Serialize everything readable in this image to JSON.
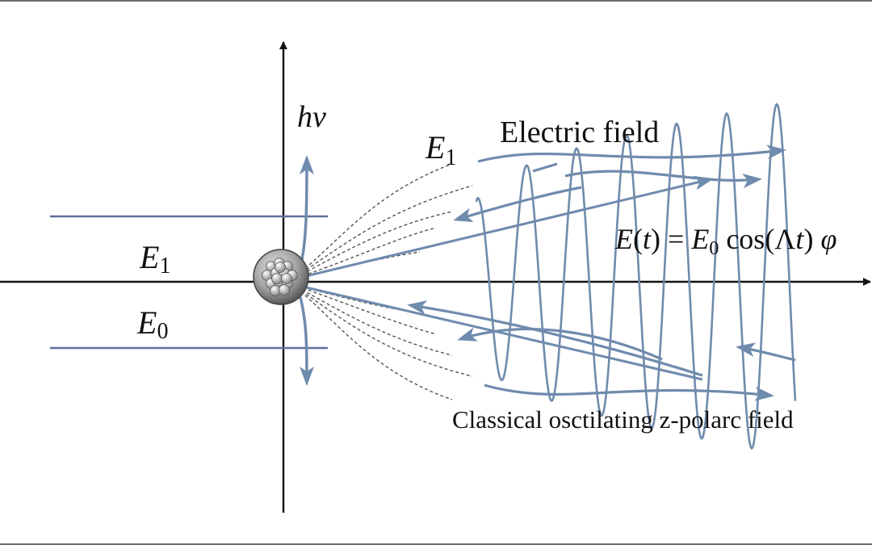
{
  "labels": {
    "h": "h",
    "nu": "v",
    "E1_level_E": "E",
    "E1_level_sub": "1",
    "E0_level_E": "E",
    "E0_level_sub": "0",
    "E1_field_E": "E",
    "E1_field_sub": "1",
    "field_title": "Electric field",
    "caption": "Classical osctilating z-polarc field"
  },
  "equation": {
    "lhs_E": "E",
    "lhs_paren": "(",
    "lhs_t": "t",
    "lhs_close": ")",
    "eq": " = ",
    "rhs_E": "E",
    "rhs_sub": "0",
    "rhs_cos": " cos(",
    "rhs_lambda": "Λ",
    "rhs_t": "t",
    "rhs_close": ") ",
    "rhs_phi": "φ"
  },
  "colors": {
    "axis": "#111111",
    "level": "#5f6f9a",
    "wave": "#6f8bad",
    "arrow": "#6f8bad",
    "dashed": "#555555",
    "atom": "#9a9a9a"
  },
  "icons": {
    "atom": "atom-nucleus-icon"
  }
}
